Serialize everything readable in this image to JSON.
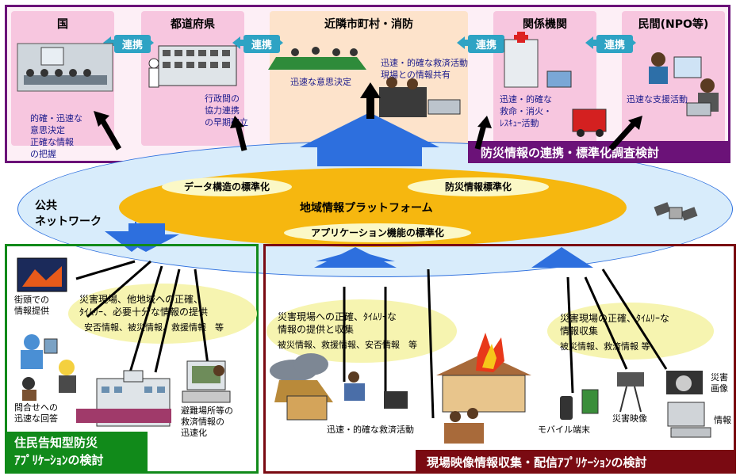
{
  "colors": {
    "purple_frame": "#6b1278",
    "green_frame": "#118a1a",
    "maroon_frame": "#7a0a12",
    "pink_panel": "#f7c6df",
    "peach_panel": "#fde3cb",
    "link_pill": "#2ea3c4",
    "network_oval": "#d8ecfb",
    "platform_oval": "#f6b70f",
    "arrow_blue": "#2d6fde"
  },
  "top_panels": [
    {
      "title": "国",
      "caption": "的確・迅速な\n意思決定\n正確な情報\nの把握"
    },
    {
      "title": "都道府県",
      "caption": "行政間の\n協力連携\nの早期確立"
    },
    {
      "title": "近隣市町村・消防",
      "caption_left": "迅速な意思決定",
      "caption_right": "迅速・的確な救済活動\n現場との情報共有"
    },
    {
      "title": "関係機関",
      "caption": "迅速・的確な\n救命・消火・\nﾚｽｷｭｰ活動"
    },
    {
      "title": "民間(NPO等)",
      "caption": "迅速な支援活動"
    }
  ],
  "link_labels": [
    "連携",
    "連携",
    "連携",
    "連携"
  ],
  "top_banner": "防災情報の連携・標準化調査検討",
  "network": {
    "label": "公共\nネットワーク",
    "platform": "地域情報プラットフォーム",
    "std_data": "データ構造の標準化",
    "std_disaster": "防災情報標準化",
    "std_app": "アプリケーション機能の標準化"
  },
  "left_section": {
    "bubble_main": "災害現場、他地域への正確、\nﾀｲﾑﾘｰ、必要十分な情報の提供",
    "bubble_sub": "安否情報、被災情報、救援情報　等",
    "labels": {
      "street": "街頭での\n情報提供",
      "inquiry": "問合せへの\n迅速な回答",
      "shelter": "避難場所等の\n救済情報の\n迅速化"
    },
    "banner": "住民告知型防災\nｱﾌﾟﾘｹｰｼｮﾝの検討"
  },
  "right_section": {
    "bubble1_main": "災害現場への正確、ﾀｲﾑﾘｰな\n情報の提供と収集",
    "bubble1_sub": "被災情報、救援情報、安否情報　等",
    "bubble2_main": "災害現場の正確、ﾀｲﾑﾘｰな\n情報収集",
    "bubble2_sub": "被災情報、救済情報 等",
    "labels": {
      "rescue": "迅速・的確な救済活動",
      "mobile": "モバイル端末",
      "video": "災害映像",
      "image": "災害\n画像",
      "info": "情報"
    },
    "banner": "現場映像情報収集・配信ｱﾌﾟﾘｹｰｼｮﾝの検討"
  }
}
